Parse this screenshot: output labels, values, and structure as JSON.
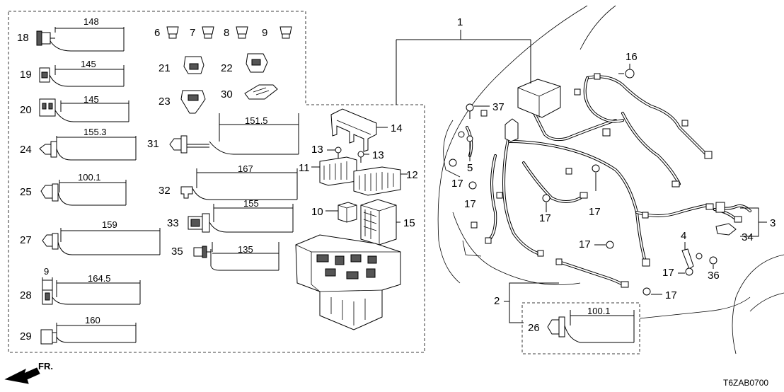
{
  "diagram": {
    "code": "T6ZAB0700",
    "front_label": "FR.",
    "callouts": {
      "p1": "1",
      "p2": "2",
      "p3": "3",
      "p4": "4",
      "p5": "5",
      "p6": "6",
      "p7": "7",
      "p8": "8",
      "p9": "9",
      "p10": "10",
      "p11": "11",
      "p12": "12",
      "p13a": "13",
      "p13b": "13",
      "p14": "14",
      "p15": "15",
      "p16": "16",
      "p17a": "17",
      "p17b": "17",
      "p17c": "17",
      "p17d": "17",
      "p17e": "17",
      "p17f": "17",
      "p17g": "17",
      "p18": "18",
      "p19": "19",
      "p20": "20",
      "p21": "21",
      "p22": "22",
      "p23": "23",
      "p24": "24",
      "p25": "25",
      "p26": "26",
      "p27": "27",
      "p28": "28",
      "p29": "29",
      "p30": "30",
      "p31": "31",
      "p32": "32",
      "p33": "33",
      "p34": "34",
      "p35": "35",
      "p36": "36",
      "p37": "37"
    },
    "dimensions": {
      "d18": "148",
      "d19": "145",
      "d20": "145",
      "d24": "155.3",
      "d25": "100.1",
      "d27": "159",
      "d28a": "9",
      "d28b": "164.5",
      "d29": "160",
      "d31": "151.5",
      "d32": "167",
      "d33": "155",
      "d35": "135",
      "d26": "100.1"
    }
  }
}
